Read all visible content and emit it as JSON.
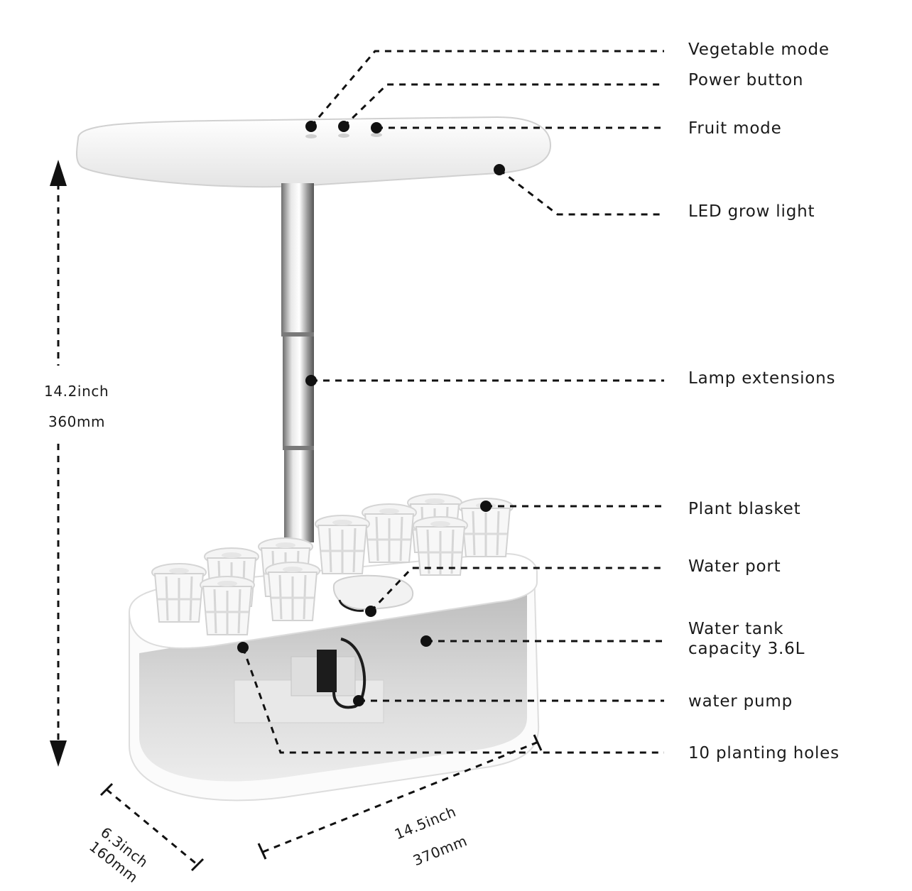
{
  "labels": {
    "vegetable_mode": "Vegetable mode",
    "power_button": "Power button",
    "fruit_mode": "Fruit mode",
    "led_grow_light": "LED grow light",
    "lamp_extensions": "Lamp extensions",
    "plant_basket": "Plant blasket",
    "water_port": "Water port",
    "water_tank_line1": "Water tank",
    "water_tank_line2": "capacity 3.6L",
    "water_pump": "water pump",
    "planting_holes": "10 planting holes"
  },
  "dimensions": {
    "height_in": "14.2inch",
    "height_mm": "360mm",
    "length_in": "14.5inch",
    "length_mm": "370mm",
    "width_in": "6.3inch",
    "width_mm": "160mm"
  },
  "colors": {
    "line": "#111111",
    "product_white": "#fafafa",
    "tank_gray": "#c9c9c9",
    "pole": "#9a9a9a"
  }
}
